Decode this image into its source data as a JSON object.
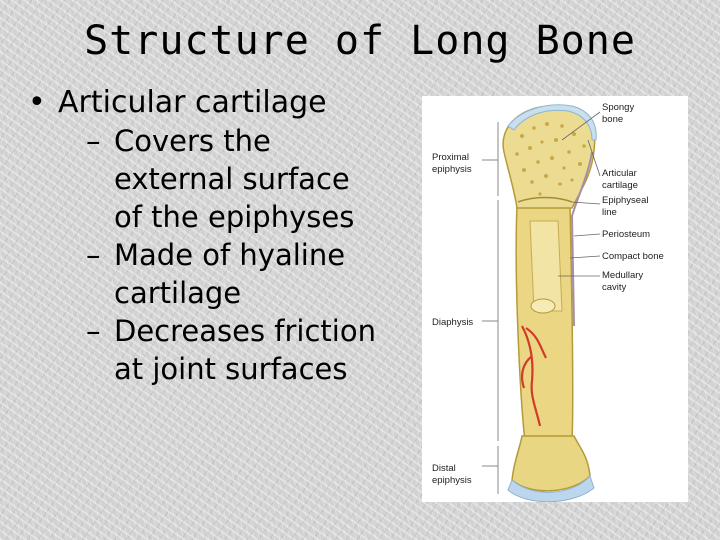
{
  "slide": {
    "title": "Structure of Long Bone",
    "bullet": {
      "symbol": "•",
      "text": "Articular cartilage",
      "sub_symbol": "–",
      "subitems": [
        [
          "Covers the",
          "external surface",
          "of the epiphyses"
        ],
        [
          "Made of hyaline",
          "cartilage"
        ],
        [
          "Decreases friction",
          "at joint surfaces"
        ]
      ]
    }
  },
  "diagram": {
    "left_labels": {
      "proximal": [
        "Proximal",
        "epiphysis"
      ],
      "diaphysis": "Diaphysis",
      "distal": [
        "Distal",
        "epiphysis"
      ]
    },
    "right_labels": {
      "spongy": [
        "Spongy",
        "bone"
      ],
      "articular": [
        "Articular",
        "cartilage"
      ],
      "epiphyseal": [
        "Epiphyseal",
        "line"
      ],
      "periosteum": "Periosteum",
      "compact": "Compact bone",
      "medullary": [
        "Medullary",
        "cavity"
      ]
    }
  }
}
